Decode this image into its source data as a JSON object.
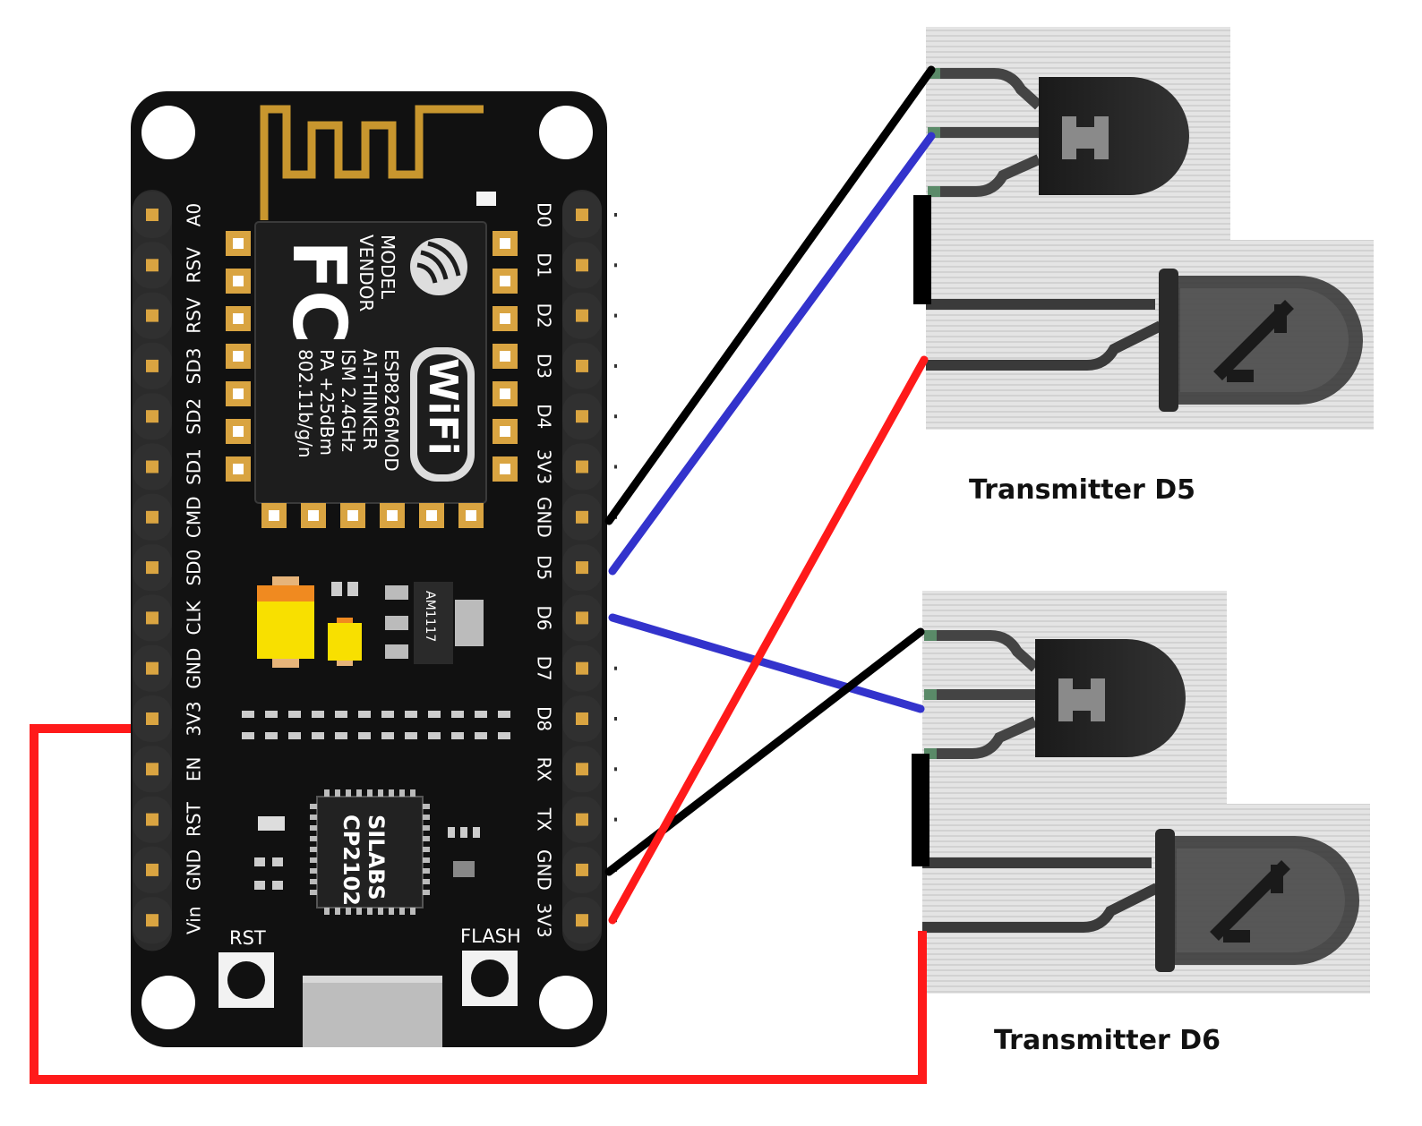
{
  "board": {
    "left_pins": [
      "A0",
      "RSV",
      "RSV",
      "SD3",
      "SD2",
      "SD1",
      "CMD",
      "SD0",
      "CLK",
      "GND",
      "3V3",
      "EN",
      "RST",
      "GND",
      "Vin"
    ],
    "right_pins": [
      "D0",
      "D1",
      "D2",
      "D3",
      "D4",
      "3V3",
      "GND",
      "D5",
      "D6",
      "D7",
      "D8",
      "RX",
      "TX",
      "GND",
      "3V3"
    ],
    "module_lines": [
      "MODEL",
      "VENDOR",
      "ESP8266MOD",
      "AI-THINKER",
      "ISM 2.4GHz",
      "PA +25dBm",
      "802.11b/g/n"
    ],
    "fc_logo": "FC",
    "wifi_logo": "WiFi",
    "regulator": "AM1117",
    "usb_chip": [
      "SILABS",
      "CP2102"
    ],
    "rst_label": "RST",
    "flash_label": "FLASH"
  },
  "transmitters": [
    {
      "caption": "Transmitter D5"
    },
    {
      "caption": "Transmitter D6"
    }
  ],
  "colors": {
    "board": "#111111",
    "wire_gnd": "#000000",
    "wire_signal": "#3333cc",
    "wire_power": "#ff1a1a",
    "antenna": "#c8962e",
    "pad": "#d9a441"
  }
}
